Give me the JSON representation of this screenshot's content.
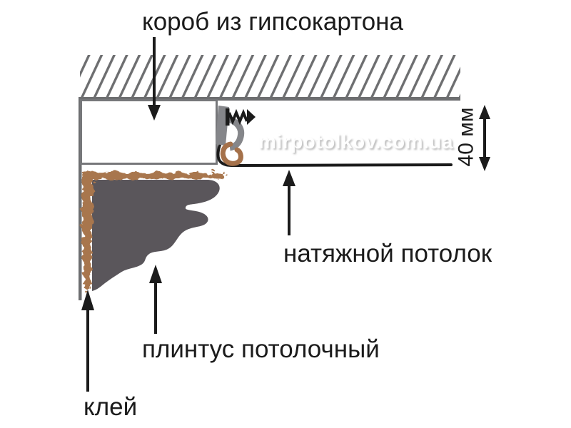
{
  "labels": {
    "drywall_box": "короб из гипсокартона",
    "stretch_ceiling": "натяжной потолок",
    "plinth": "плинтус потолочный",
    "glue": "клей",
    "dimension": "40 мм"
  },
  "watermark": "mirpotolkov.com.ua",
  "colors": {
    "line_gray": "#6d6e70",
    "box_border_gray": "#76777a",
    "profile_gray": "#85868a",
    "plinth_gray": "#5a565b",
    "glue_brown": "#a8764d",
    "harpoon_brown": "#a5714a",
    "ink_black": "#1b1b1b",
    "watermark_white": "#ffffff",
    "background": "#ffffff"
  }
}
